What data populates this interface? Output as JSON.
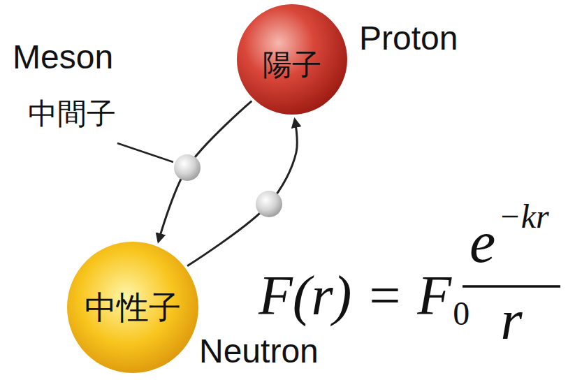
{
  "diagram": {
    "nodes": [
      {
        "text": [
          "陽子",
          "Proton"
        ]
      },
      {
        "text": [
          "中性子",
          "Neutron"
        ]
      }
    ],
    "edges": [
      {
        "from": 0,
        "to": 1,
        "arrow": "to"
      },
      {
        "from": 1,
        "to": 0,
        "arrow": "to"
      }
    ],
    "labels": [
      "Meson",
      "中間子",
      "F(r) = F",
      "0",
      "e",
      "−kr",
      "r"
    ]
  }
}
